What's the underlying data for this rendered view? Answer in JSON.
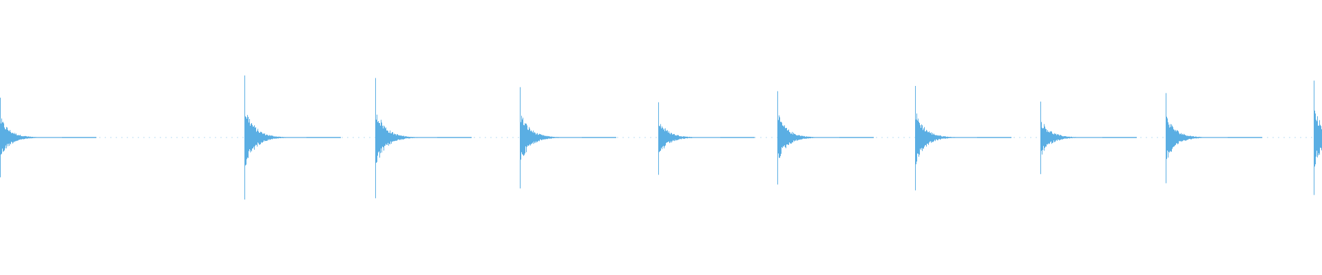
{
  "waveform": {
    "color": "#5aaee3",
    "background": "#ffffff",
    "transients": [
      {
        "time": 0.0,
        "peak_up": 0.61,
        "peak_down": 0.61
      },
      {
        "time": 0.185,
        "peak_up": 0.95,
        "peak_down": 0.95
      },
      {
        "time": 0.284,
        "peak_up": 0.91,
        "peak_down": 0.93
      },
      {
        "time": 0.393,
        "peak_up": 0.77,
        "peak_down": 0.78
      },
      {
        "time": 0.498,
        "peak_up": 0.54,
        "peak_down": 0.57
      },
      {
        "time": 0.588,
        "peak_up": 0.71,
        "peak_down": 0.72
      },
      {
        "time": 0.692,
        "peak_up": 0.79,
        "peak_down": 0.81
      },
      {
        "time": 0.787,
        "peak_up": 0.55,
        "peak_down": 0.56
      },
      {
        "time": 0.882,
        "peak_up": 0.68,
        "peak_down": 0.7
      },
      {
        "time": 0.994,
        "peak_up": 0.87,
        "peak_down": 0.88
      }
    ]
  }
}
